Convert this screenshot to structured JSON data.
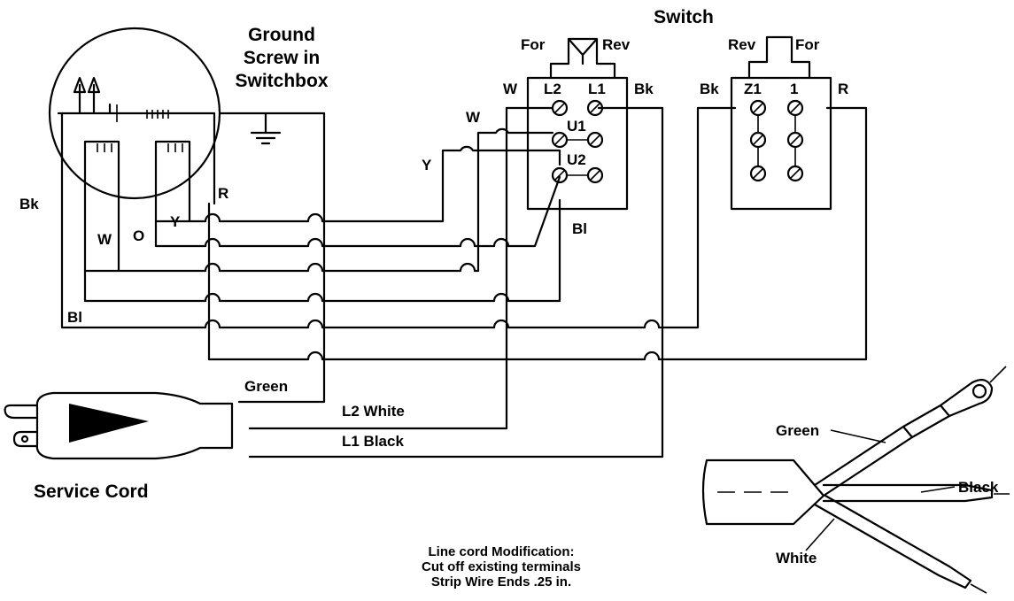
{
  "title": "Switch",
  "motor_labels": {
    "ground_screw": [
      "Ground",
      "Screw in",
      "Switchbox"
    ],
    "bk": "Bk",
    "w": "W",
    "o": "O",
    "y": "Y",
    "r": "R",
    "bl": "Bl"
  },
  "switch1": {
    "for": "For",
    "rev": "Rev",
    "w": "W",
    "l2": "L2",
    "l1": "L1",
    "bk": "Bk",
    "u1": "U1",
    "u2": "U2",
    "w_wire": "W",
    "y_wire": "Y",
    "bl_wire": "Bl"
  },
  "switch2": {
    "rev": "Rev",
    "for": "For",
    "bk": "Bk",
    "z1": "Z1",
    "one": "1",
    "r": "R"
  },
  "cord": {
    "green": "Green",
    "l2_white": "L2 White",
    "l1_black": "L1 Black",
    "service_cord": "Service Cord"
  },
  "detail": {
    "green": "Green",
    "black": "Black",
    "white": "White"
  },
  "note": [
    "Line cord Modification:",
    "Cut off existing terminals",
    "Strip Wire Ends .25 in."
  ]
}
